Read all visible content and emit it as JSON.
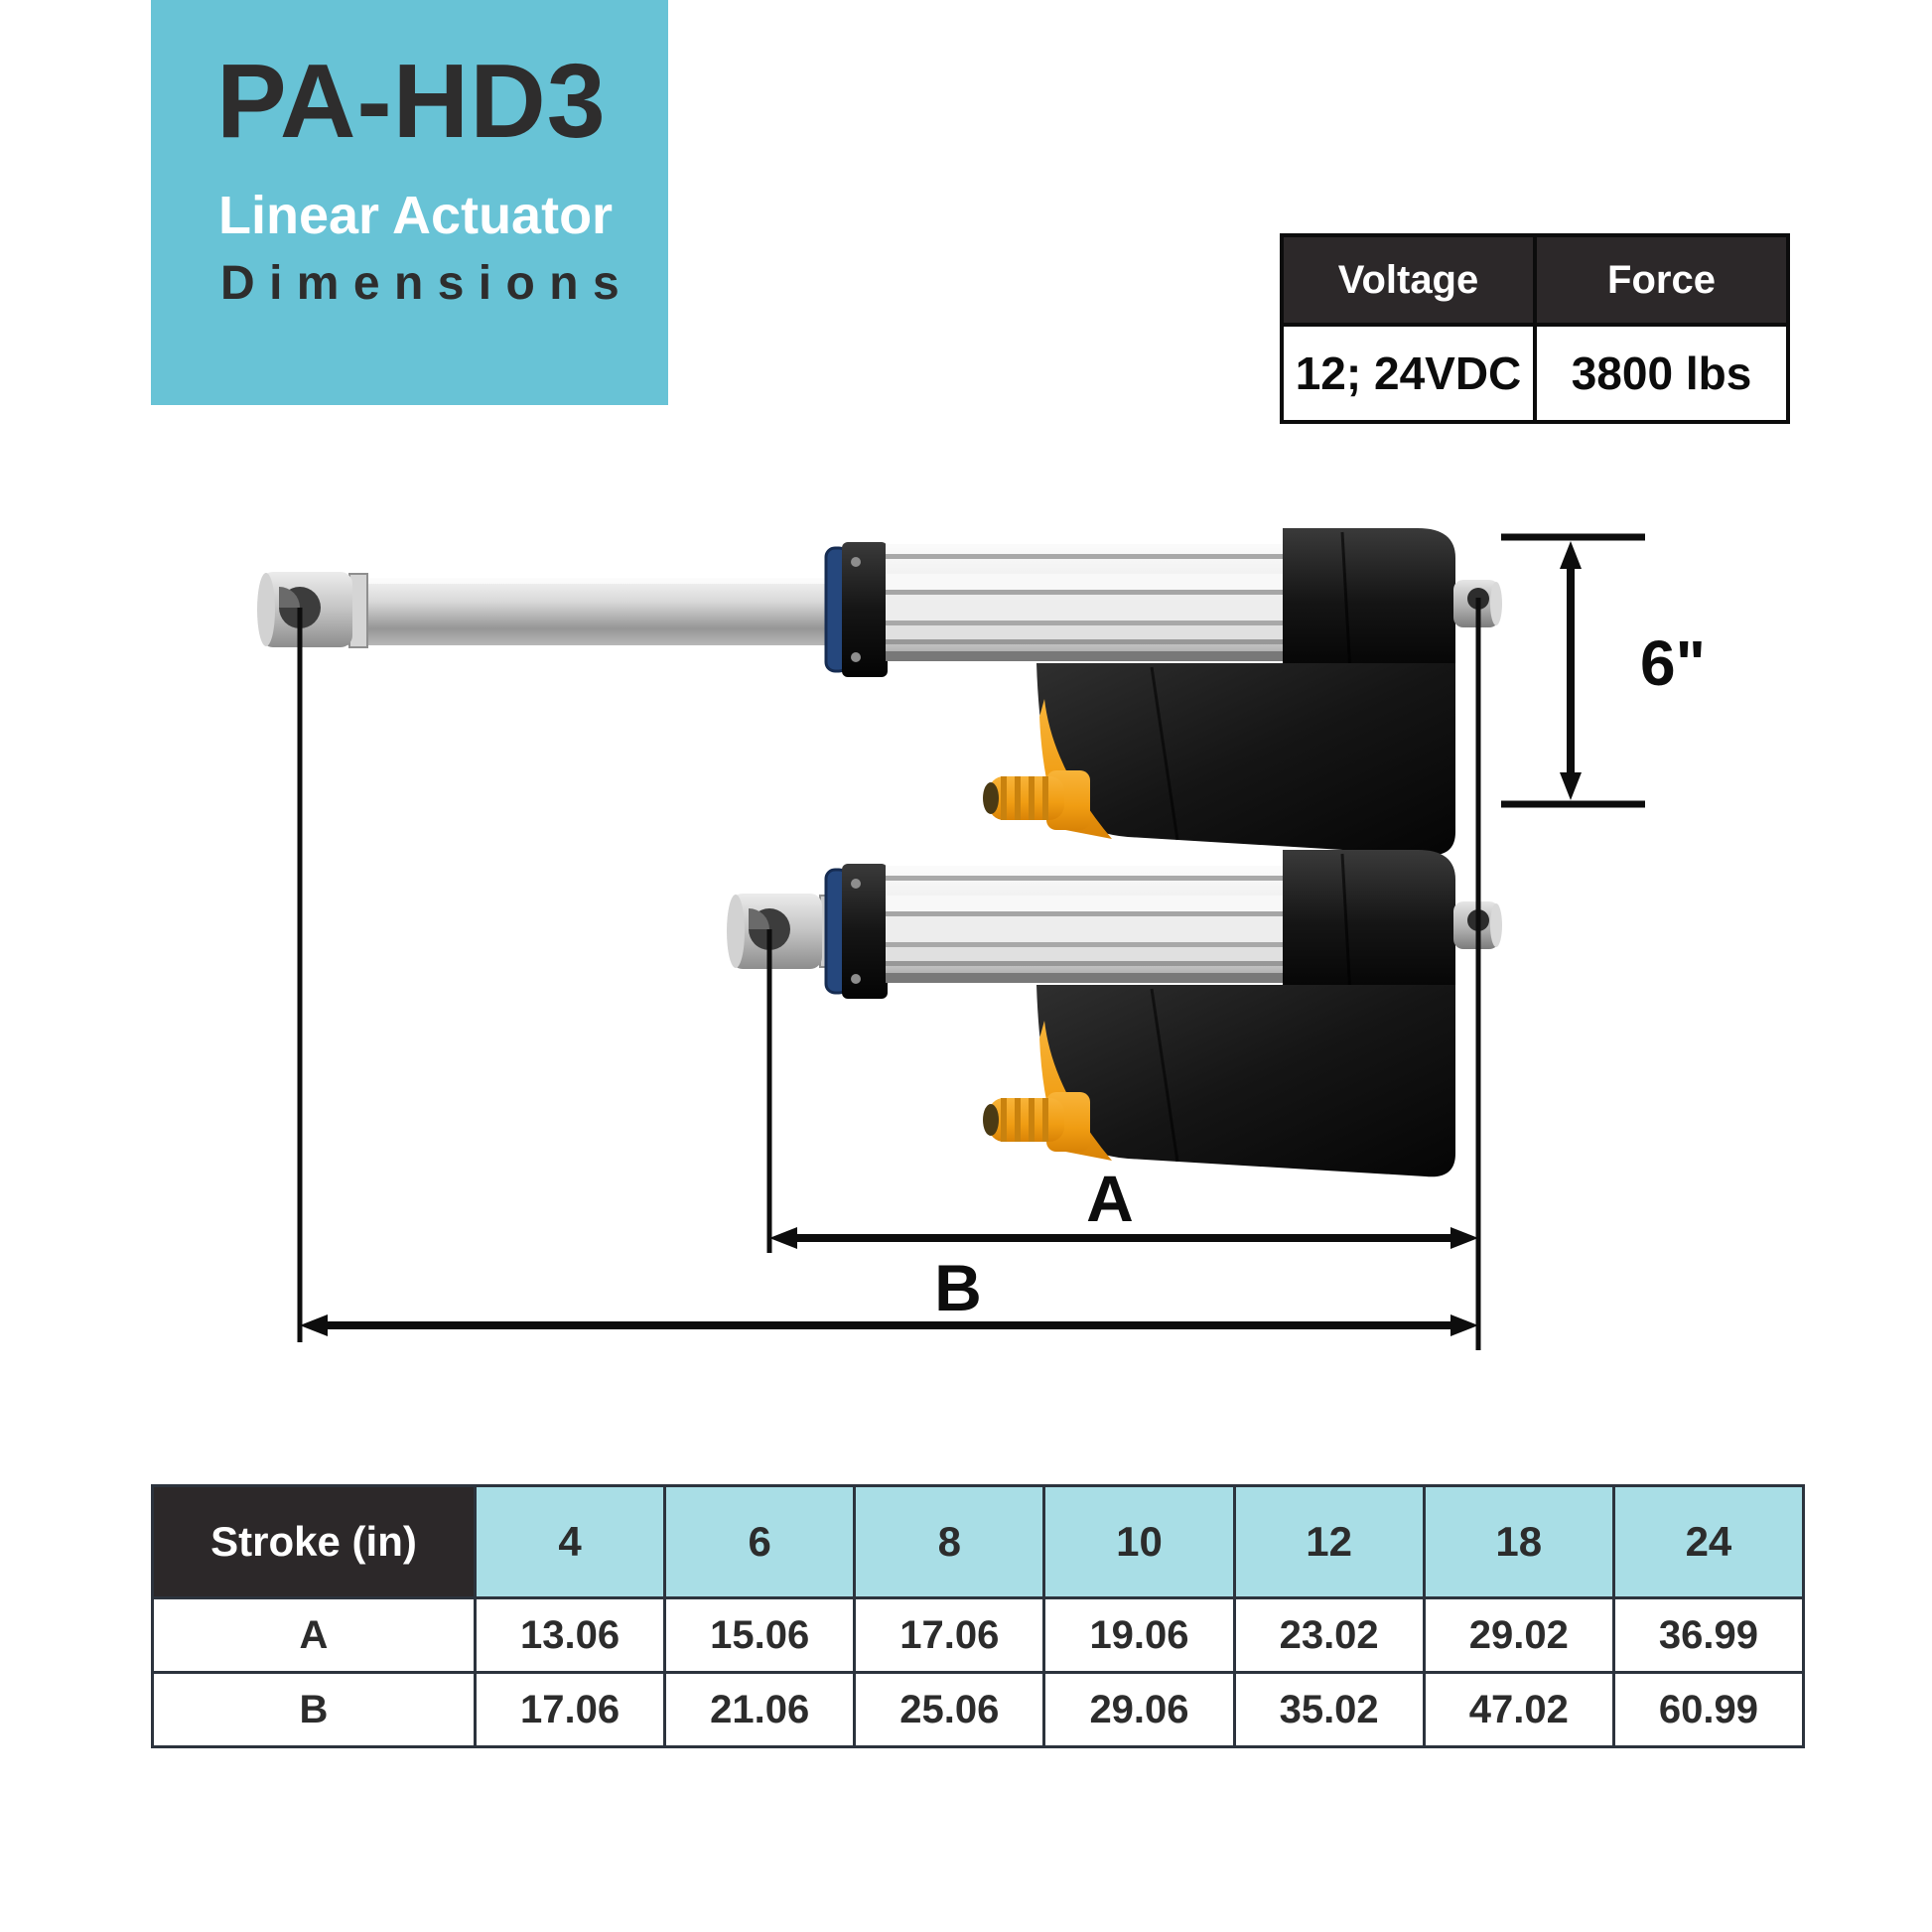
{
  "title_block": {
    "model": "PA-HD3",
    "subtitle": "Linear Actuator",
    "label": "Dimensions"
  },
  "spec_table": {
    "columns": [
      {
        "header": "Voltage",
        "value": "12; 24VDC"
      },
      {
        "header": "Force",
        "value": "3800 lbs"
      }
    ]
  },
  "diagram": {
    "height_dim_label": "6\"",
    "dim_a_label": "A",
    "dim_b_label": "B"
  },
  "stroke_table": {
    "corner_header": "Stroke (in)",
    "stroke_headers": [
      "4",
      "6",
      "8",
      "10",
      "12",
      "18",
      "24"
    ],
    "rows": [
      {
        "label": "A",
        "values": [
          "13.06",
          "15.06",
          "17.06",
          "19.06",
          "23.02",
          "29.02",
          "36.99"
        ]
      },
      {
        "label": "B",
        "values": [
          "17.06",
          "21.06",
          "25.06",
          "29.06",
          "35.02",
          "47.02",
          "60.99"
        ]
      }
    ]
  },
  "colors": {
    "accent_teal": "#68c3d6",
    "table_teal": "#a9dee6",
    "header_dark": "#2c2829",
    "orange_accent": "#f09d13",
    "border_dark": "#2c333d"
  }
}
